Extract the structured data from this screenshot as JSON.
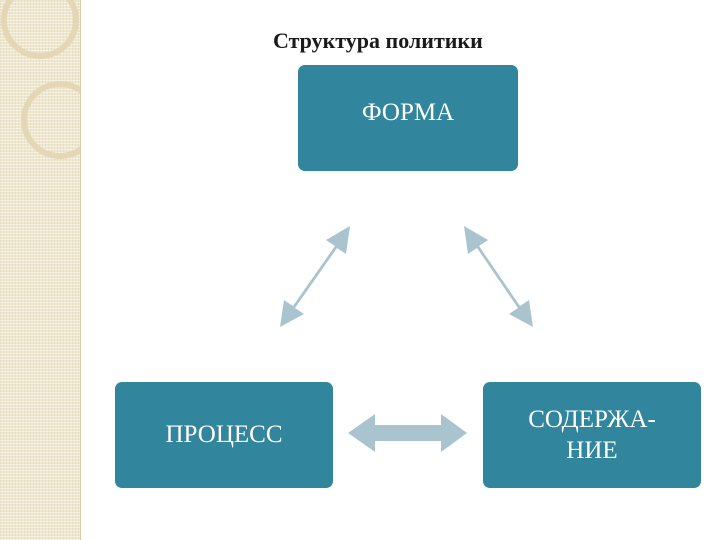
{
  "title": "Структура политики",
  "nodes": {
    "top": "ФОРМА",
    "left": "ПРОЦЕСС",
    "right": "СОДЕРЖА-\nНИЕ"
  },
  "colors": {
    "box": "#31859c",
    "arrow": "#a9c4cf",
    "strip": "#efe7cf"
  }
}
